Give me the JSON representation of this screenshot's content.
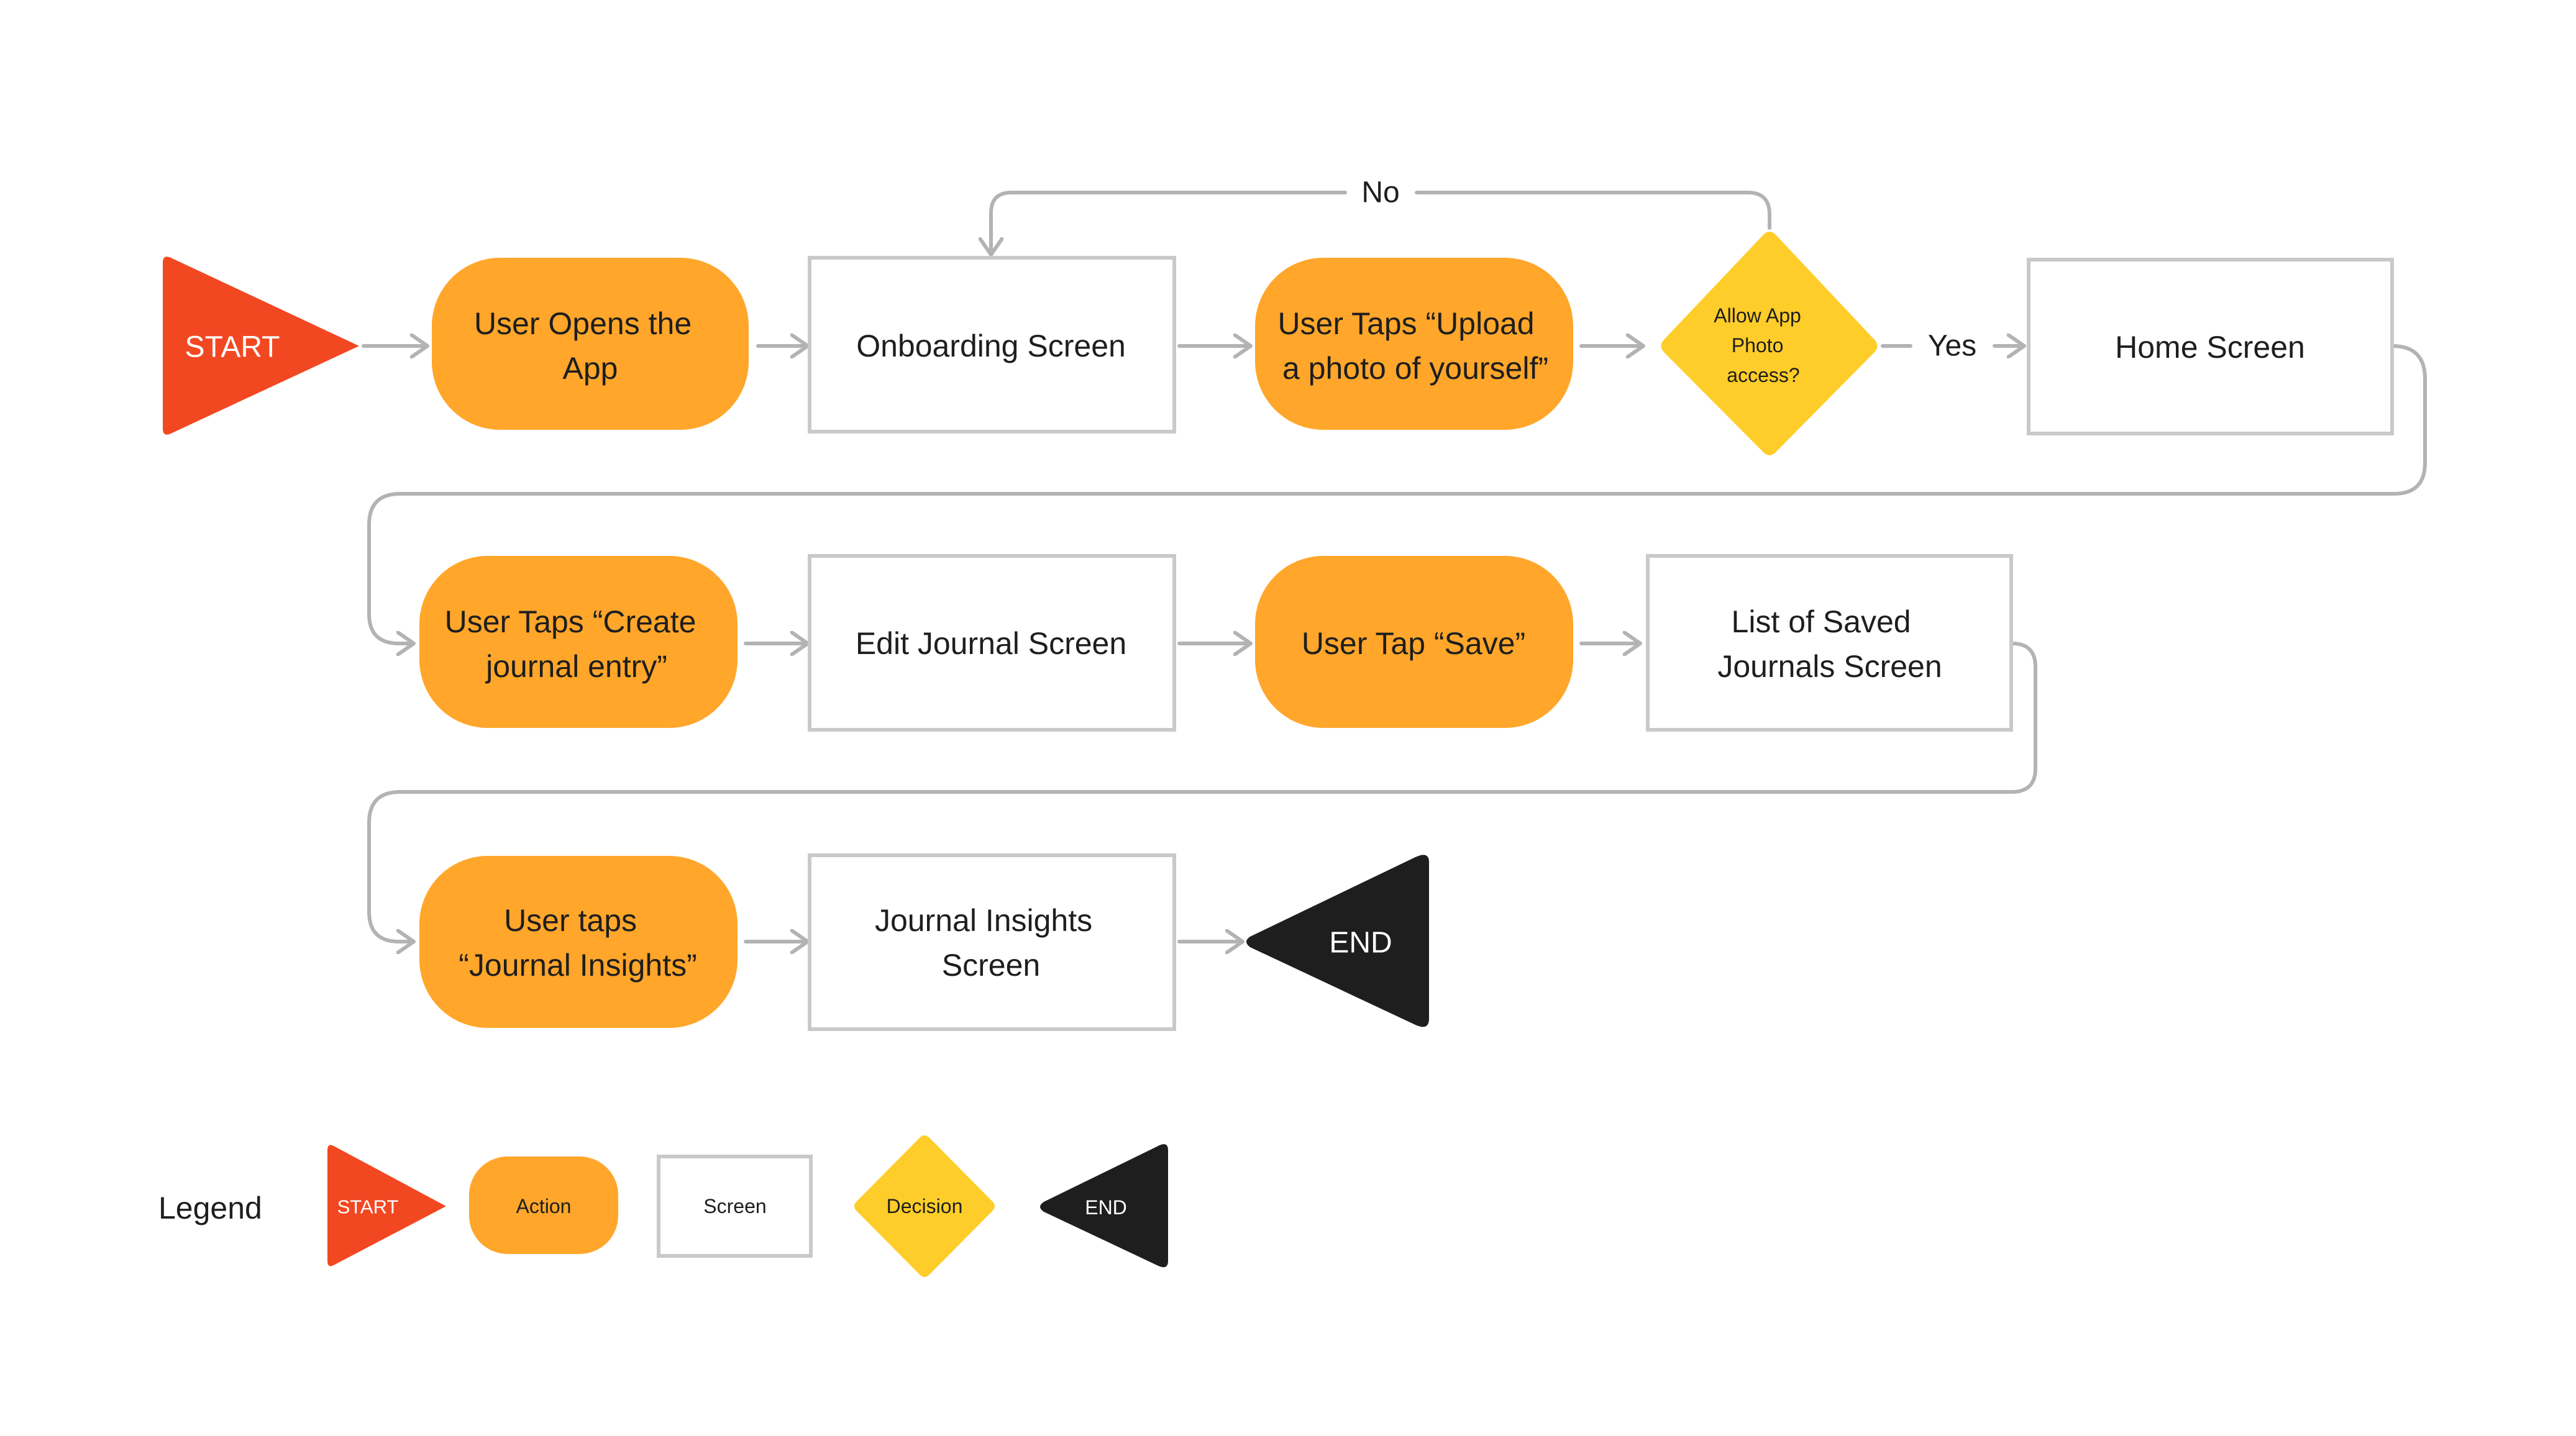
{
  "colors": {
    "start": "#F24822",
    "action": "#FFA62B",
    "screen_fill": "#FFFFFF",
    "screen_stroke": "#C9C9C9",
    "decision": "#FFCD29",
    "end": "#1E1E1E",
    "connector": "#B3B3B3",
    "text": "#1E1E1E",
    "text_light": "#FFFFFF"
  },
  "flow": {
    "nodes": [
      {
        "id": "start",
        "type": "start",
        "lines": [
          "START"
        ]
      },
      {
        "id": "opens_app",
        "type": "action",
        "lines": [
          "User Opens the",
          "App"
        ]
      },
      {
        "id": "onboarding",
        "type": "screen",
        "lines": [
          "Onboarding Screen"
        ]
      },
      {
        "id": "upload_photo",
        "type": "action",
        "lines": [
          "User Taps “Upload",
          "a photo of yourself”"
        ]
      },
      {
        "id": "photo_access",
        "type": "decision",
        "lines": [
          "Allow App",
          "Photo",
          "access?"
        ]
      },
      {
        "id": "home",
        "type": "screen",
        "lines": [
          "Home Screen"
        ]
      },
      {
        "id": "create_entry",
        "type": "action",
        "lines": [
          "User Taps “Create",
          "journal entry”"
        ]
      },
      {
        "id": "edit_journal",
        "type": "screen",
        "lines": [
          "Edit Journal Screen"
        ]
      },
      {
        "id": "tap_save",
        "type": "action",
        "lines": [
          "User Tap “Save”"
        ]
      },
      {
        "id": "saved_list",
        "type": "screen",
        "lines": [
          "List of Saved",
          "Journals Screen"
        ]
      },
      {
        "id": "tap_insights",
        "type": "action",
        "lines": [
          "User taps",
          "“Journal Insights”"
        ]
      },
      {
        "id": "insights",
        "type": "screen",
        "lines": [
          "Journal Insights",
          "Screen"
        ]
      },
      {
        "id": "end",
        "type": "end",
        "lines": [
          "END"
        ]
      }
    ],
    "edge_labels": {
      "no": "No",
      "yes": "Yes"
    }
  },
  "legend": {
    "title": "Legend",
    "items": [
      {
        "type": "start",
        "label": "START"
      },
      {
        "type": "action",
        "label": "Action"
      },
      {
        "type": "screen",
        "label": "Screen"
      },
      {
        "type": "decision",
        "label": "Decision"
      },
      {
        "type": "end",
        "label": "END"
      }
    ]
  }
}
